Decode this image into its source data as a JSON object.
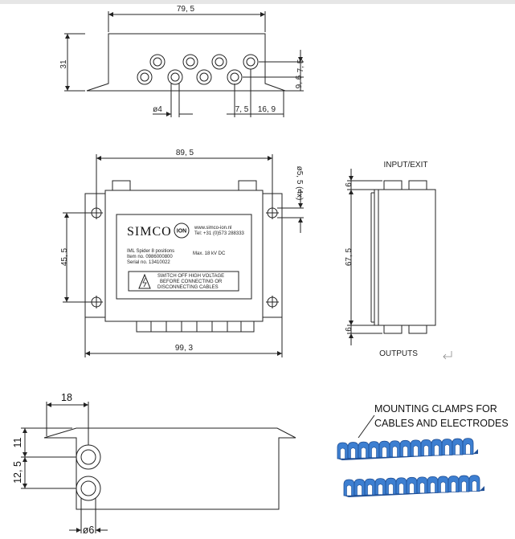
{
  "top_view": {
    "width_dim": "79, 5",
    "height_dim": "31",
    "hole_dim": "ø4",
    "spacing_dim": "7, 5",
    "edge_dim": "16, 9",
    "right_dim_upper": "7, 5",
    "right_dim_lower": "9, 6"
  },
  "front_view": {
    "width_dim": "89, 5",
    "overall_dim": "99, 3",
    "hole_spacing_dim": "45, 5",
    "mount_hole_dim": "ø5, 5 (4x)",
    "label": {
      "brand": "SIMCO",
      "brand_ion": "ION",
      "website": "www.simco-ion.nl",
      "tel": "Tel: +31 (0)573 288333",
      "product": "IML Spider 8 positions",
      "item": "Item no. 0986000800",
      "serial": "Serial no. 13410022",
      "max": "Max. 18 kV DC",
      "warning_line1": "SWITCH OFF HIGH VOLTAGE",
      "warning_line2": "BEFORE CONNECTING OR",
      "warning_line3": "DISCONNECTING CABLES"
    }
  },
  "side_view": {
    "input_label": "INPUT/EXIT",
    "output_label": "OUTPUTS",
    "dim_top": "6",
    "dim_mid": "67, 5",
    "dim_bottom": "6"
  },
  "detail_view": {
    "width_dim": "18",
    "dim_11": "11",
    "dim_12_5": "12, 5",
    "hole_dim": "ø6"
  },
  "clamps": {
    "caption_line1": "MOUNTING CLAMPS FOR",
    "caption_line2": "CABLES AND ELECTRODES"
  },
  "colors": {
    "line": "#222222",
    "clamp_blue": "#3d7fd1",
    "clamp_dark": "#1f4f96"
  }
}
